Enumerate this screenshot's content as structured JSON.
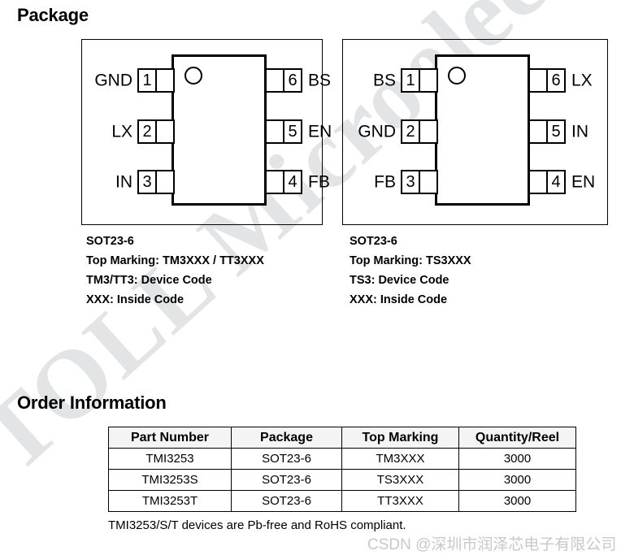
{
  "headings": {
    "package": "Package",
    "order_information": "Order Information"
  },
  "packages": [
    {
      "name": "package-diagram-1",
      "pins_left": [
        {
          "number": "1",
          "label": "GND"
        },
        {
          "number": "2",
          "label": "LX"
        },
        {
          "number": "3",
          "label": "IN"
        }
      ],
      "pins_right": [
        {
          "number": "6",
          "label": "BS"
        },
        {
          "number": "5",
          "label": "EN"
        },
        {
          "number": "4",
          "label": "FB"
        }
      ],
      "caption": [
        "SOT23-6",
        "Top Marking: TM3XXX / TT3XXX",
        "TM3/TT3: Device Code",
        "XXX: Inside Code"
      ]
    },
    {
      "name": "package-diagram-2",
      "pins_left": [
        {
          "number": "1",
          "label": "BS"
        },
        {
          "number": "2",
          "label": "GND"
        },
        {
          "number": "3",
          "label": "FB"
        }
      ],
      "pins_right": [
        {
          "number": "6",
          "label": "LX"
        },
        {
          "number": "5",
          "label": "IN"
        },
        {
          "number": "4",
          "label": "EN"
        }
      ],
      "caption": [
        "SOT23-6",
        "Top Marking: TS3XXX",
        "TS3: Device Code",
        "XXX: Inside Code"
      ]
    }
  ],
  "order_table": {
    "columns": [
      "Part Number",
      "Package",
      "Top Marking",
      "Quantity/Reel"
    ],
    "rows": [
      [
        "TMI3253",
        "SOT23-6",
        "TM3XXX",
        "3000"
      ],
      [
        "TMI3253S",
        "SOT23-6",
        "TS3XXX",
        "3000"
      ],
      [
        "TMI3253T",
        "SOT23-6",
        "TT3XXX",
        "3000"
      ]
    ],
    "note": "TMI3253/S/T devices are Pb-free and RoHS compliant."
  },
  "watermarks": {
    "diagonal": "TOLL Microelectr",
    "csdn": "CSDN @深圳市润泽芯电子有限公司"
  },
  "colors": {
    "text": "#000000",
    "table_header_bg": "#f4f4f4",
    "watermark_gray": "#e2e4e6",
    "csdn_gray": "#c8c8c8"
  }
}
